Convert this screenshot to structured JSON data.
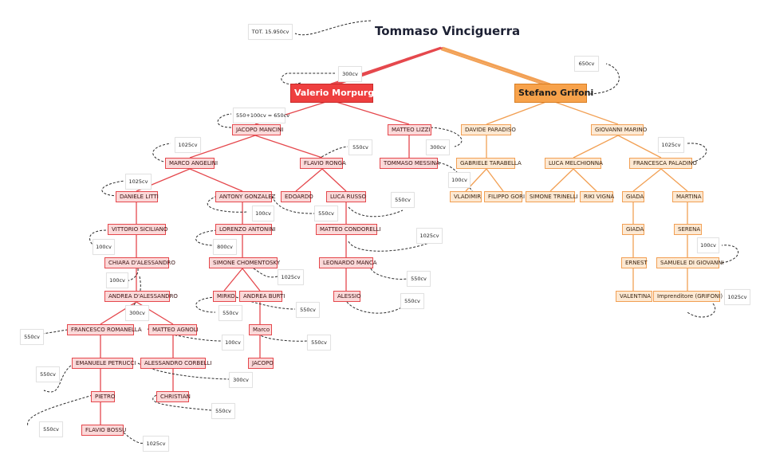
{
  "title": "Tommaso Vinciguerra",
  "colors": {
    "red_line": "#e5484d",
    "orange_line": "#f2a054",
    "dash": "#2c2c2c"
  },
  "nodes": {
    "valerio": "Valerio Morpurgo",
    "stefano": "Stefano Grifoni",
    "jacopo_mancini": "JACOPO MANCINI",
    "matteo_lizzi": "MATTEO LIZZI",
    "marco_angelini": "MARCO ANGELINI",
    "flavio_ronga": "FLAVIO RONGA",
    "tommaso_messina": "TOMMASO MESSINA",
    "daniele_litti": "DANIELE LITTI",
    "antony_gonzalez": "ANTONY GONZALEZ",
    "edoardo": "EDOARDO",
    "luca_russo": "LUCA RUSSO",
    "vittorio_siciliano": "VITTORIO SICILIANO",
    "lorenzo_antonini": "LORENZO ANTONINI",
    "matteo_condorelli": "MATTEO CONDORELLI",
    "chiara": "CHIARA D'ALESSANDRO",
    "simone_chomentosky": "SIMONE CHOMENTOSKY",
    "leonardo_manca": "LEONARDO MANCA",
    "andrea": "ANDREA D'ALESSANDRO",
    "mirko": "MIRKO",
    "andrea_burti": "ANDREA BURTI",
    "alessio": "ALESSIO",
    "francesco_romanella": "FRANCESCO ROMANELLA",
    "matteo_agnoli": "MATTEO AGNOLI",
    "marco": "Marco",
    "emanuele": "EMANUELE PETRUCCI",
    "alessandro_corbelli": "ALESSANDRO CORBELLI",
    "jacopo": "JACOPO",
    "pietro": "PIETRO",
    "christian": "CHRISTIAN",
    "flavio_bossu": "FLAVIO BOSSU",
    "davide_paradiso": "DAVIDE PARADISO",
    "giovanni_marino": "GIOVANNI MARINO",
    "gabriele": "GABRIELE TARABELLA",
    "luca_melchionna": "LUCA MELCHIONNA",
    "francesca_paladino": "FRANCESCA PALADINO",
    "vladimir": "VLADIMIR",
    "filippo_gori": "FILIPPO GORI",
    "simone_trinelli": "SIMONE TRINELLI",
    "riki_vigna": "RIKI VIGNA",
    "giada1": "GIADA",
    "martina": "MARTINA",
    "giada2": "GIADA",
    "serena": "SERENA",
    "ernest": "ERNEST",
    "samuele": "SAMUELE DI GIOVANNI",
    "valentina": "VALENTINA",
    "imprenditore": "Imprenditore (GRIFONI)"
  },
  "notes": {
    "tot": "TOT. 15.950cv",
    "n650": "650cv",
    "n300a": "300cv",
    "n550sum": "550+100cv = 650cv",
    "n300b": "300cv",
    "n1025a": "1025cv",
    "n550a": "550cv",
    "n100a": "100cv",
    "n1025b": "1025cv",
    "n100b": "100cv",
    "n550b": "550cv",
    "n550c": "550cv",
    "n1025c": "1025cv",
    "n100c": "100cv",
    "n800": "800cv",
    "n1025d": "1025cv",
    "n1025e": "1025cv",
    "n100d": "100cv",
    "n550d": "550cv",
    "n100e": "100cv",
    "n550e": "550cv",
    "n550f": "550cv",
    "n1025f": "1025cv",
    "n300c": "300cv",
    "n550g": "550cv",
    "n100f": "100cv",
    "n550h": "550cv",
    "n550i": "550cv",
    "n300d": "300cv",
    "n550j": "550cv",
    "n550k": "550cv",
    "n1025g": "1025cv",
    "n100g": "100cv"
  }
}
